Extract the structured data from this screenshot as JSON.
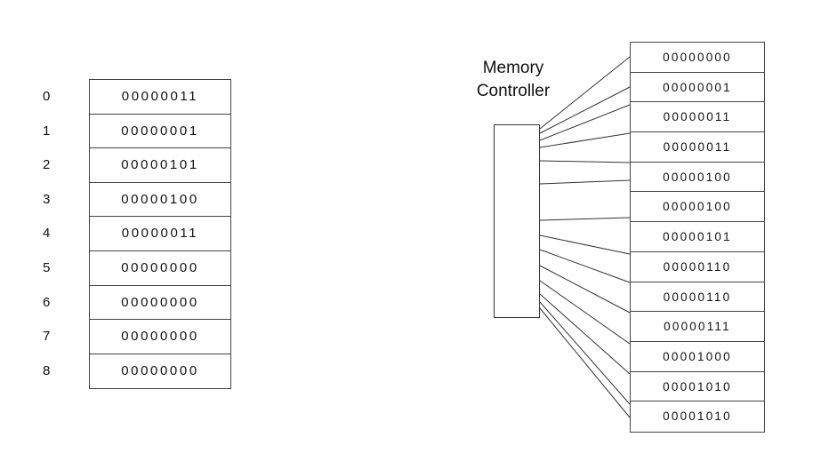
{
  "left_memory": {
    "indices": [
      "0",
      "1",
      "2",
      "3",
      "4",
      "5",
      "6",
      "7",
      "8"
    ],
    "cells": [
      "00000011",
      "00000001",
      "00000101",
      "00000100",
      "00000011",
      "00000000",
      "00000000",
      "00000000",
      "00000000"
    ]
  },
  "controller": {
    "title_line1": "Memory",
    "title_line2": "Controller"
  },
  "right_memory": {
    "cells": [
      "00000000",
      "00000001",
      "00000011",
      "00000011",
      "00000100",
      "00000100",
      "00000101",
      "00000110",
      "00000110",
      "00000111",
      "00001000",
      "00001010",
      "00001010"
    ]
  }
}
